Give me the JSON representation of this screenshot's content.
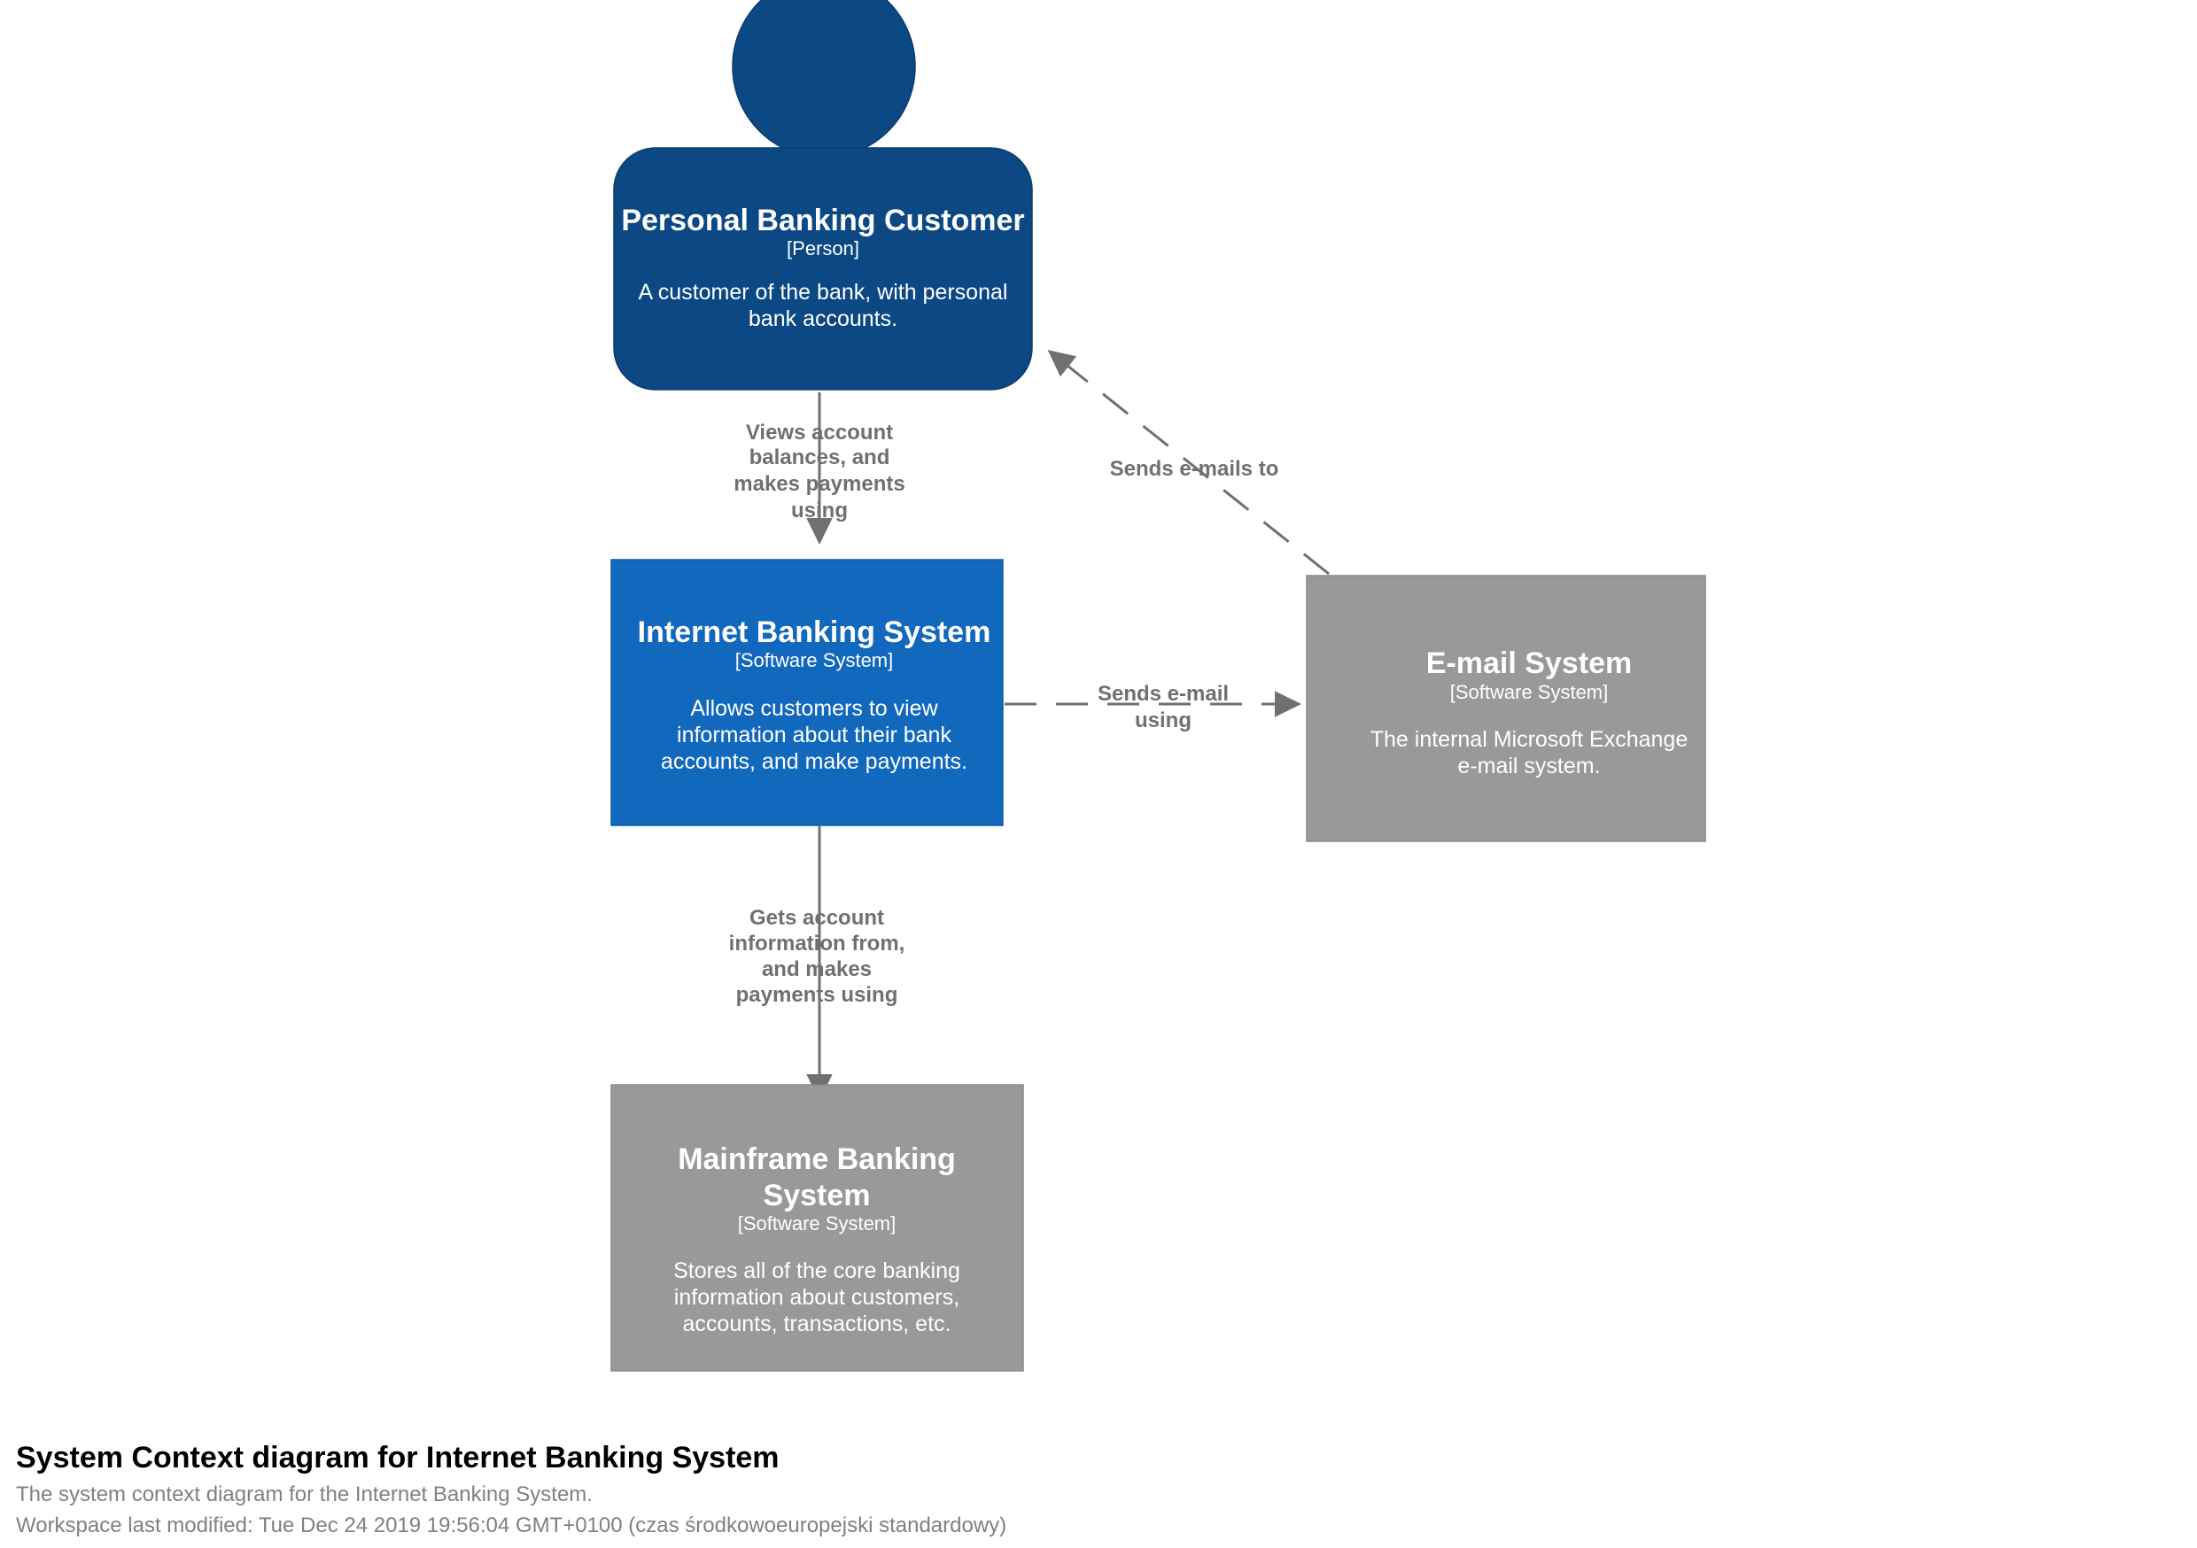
{
  "diagram": {
    "type": "c4-system-context",
    "colors": {
      "person_fill": "#0B4884",
      "person_stroke": "#0A3D6E",
      "software_system_fill": "#1168BD",
      "software_system_stroke": "#0E5BA6",
      "external_system_fill": "#999999",
      "external_system_stroke": "#8A8A8A",
      "edge": "#707070",
      "label_text": "#707070",
      "node_text": "#ffffff",
      "background": "#ffffff"
    },
    "nodes": [
      {
        "id": "person",
        "title": "Personal Banking Customer",
        "tag": "[Person]",
        "description": "A customer of the bank, with personal bank accounts.",
        "shape": "person",
        "style": "person"
      },
      {
        "id": "internet-banking-system",
        "title": "Internet Banking System",
        "tag": "[Software System]",
        "description": "Allows customers to view information about their bank accounts, and make payments.",
        "shape": "box",
        "style": "software-system"
      },
      {
        "id": "email-system",
        "title": "E-mail System",
        "tag": "[Software System]",
        "description": "The internal Microsoft Exchange e-mail system.",
        "shape": "box",
        "style": "external-system"
      },
      {
        "id": "mainframe-banking-system",
        "title": "Mainframe Banking System",
        "tag": "[Software System]",
        "description": "Stores all of the core banking information about customers, accounts, transactions, etc.",
        "shape": "box",
        "style": "external-system"
      }
    ],
    "edges": [
      {
        "id": "person-to-ibs",
        "from": "person",
        "to": "internet-banking-system",
        "label_lines": [
          "Views account",
          "balances, and",
          "makes payments",
          "using"
        ],
        "style": "solid"
      },
      {
        "id": "email-to-person",
        "from": "email-system",
        "to": "person",
        "label_lines": [
          "Sends e-mails to"
        ],
        "style": "dashed"
      },
      {
        "id": "ibs-to-email",
        "from": "internet-banking-system",
        "to": "email-system",
        "label_lines": [
          "Sends e-mail",
          "using"
        ],
        "style": "dashed"
      },
      {
        "id": "ibs-to-mainframe",
        "from": "internet-banking-system",
        "to": "mainframe-banking-system",
        "label_lines": [
          "Gets account",
          "information from,",
          "and makes",
          "payments using"
        ],
        "style": "solid"
      }
    ]
  },
  "footer": {
    "title": "System Context diagram for Internet Banking System",
    "subtitle": "The system context diagram for the Internet Banking System.",
    "meta": "Workspace last modified: Tue Dec 24 2019 19:56:04 GMT+0100 (czas środkowoeuropejski standardowy)"
  }
}
